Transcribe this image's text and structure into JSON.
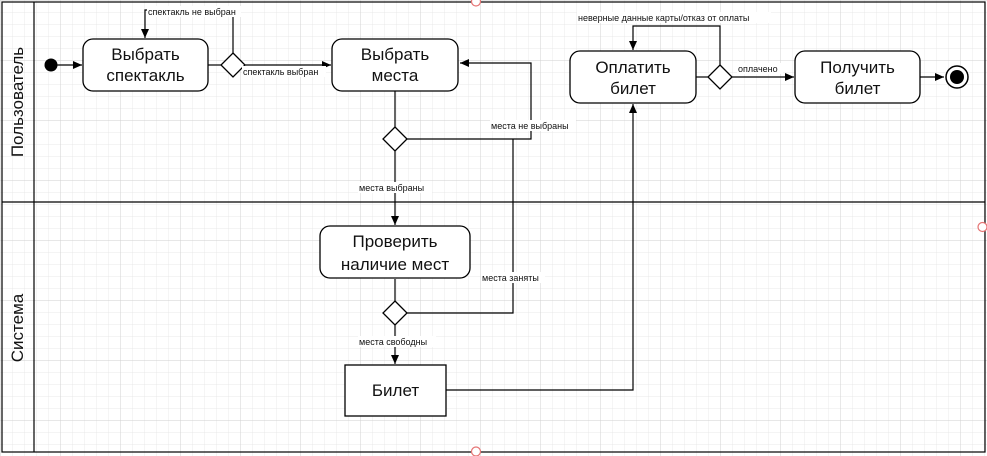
{
  "lanes": [
    {
      "id": "user",
      "title": "Пользователь"
    },
    {
      "id": "system",
      "title": "Система"
    }
  ],
  "nodes": {
    "select_show": {
      "lines": [
        "Выбрать",
        "спектакль"
      ]
    },
    "select_seats": {
      "lines": [
        "Выбрать",
        "места"
      ]
    },
    "pay_ticket": {
      "lines": [
        "Оплатить",
        "билет"
      ]
    },
    "get_ticket": {
      "lines": [
        "Получить",
        "билет"
      ]
    },
    "check_seats": {
      "lines": [
        "Проверить",
        "наличие мест"
      ]
    },
    "ticket": {
      "lines": [
        "Билет"
      ]
    }
  },
  "edge_labels": {
    "show_not_selected": "спектакль не выбран",
    "show_selected": "спектакль выбран",
    "seats_not_selected": "места не выбраны",
    "seats_selected": "места выбраны",
    "seats_taken": "места заняты",
    "seats_free": "места свободны",
    "payment_failed": "неверные данные карты/отказ от оплаты",
    "paid": "оплачено"
  },
  "colors": {
    "grid": "#d9d9d9",
    "stroke": "#000000",
    "handle": "#e57373"
  }
}
